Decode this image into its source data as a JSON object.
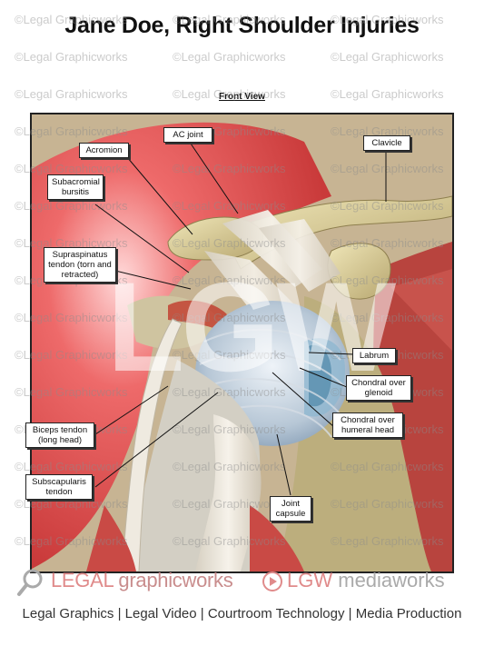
{
  "title": "Jane Doe, Right Shoulder Injuries",
  "view_label": "Front View",
  "watermark_text": "©Legal Graphicworks",
  "center_watermark": "LGW",
  "labels": {
    "ac_joint": "AC joint",
    "acromion": "Acromion",
    "clavicle": "Clavicle",
    "subacromial_bursitis": "Subacromial bursitis",
    "supraspinatus": "Supraspinatus tendon (torn and retracted)",
    "labrum": "Labrum",
    "chondral_glenoid": "Chondral over glenoid",
    "chondral_humeral": "Chondral over humeral head",
    "biceps_tendon": "Biceps tendon (long head)",
    "subscapularis": "Subscapularis tendon",
    "joint_capsule": "Joint capsule"
  },
  "footer": {
    "logo_left_a": "LEGAL",
    "logo_left_b": " graphicworks",
    "logo_right_a": "LGW",
    "logo_right_b": " mediaworks",
    "tagline": "Legal Graphics | Legal Video | Courtroom Technology | Media Production"
  },
  "colors": {
    "muscle_red": "#d94b4b",
    "bone": "#d8cc9a",
    "tendon": "#e8e2d6",
    "accent_logo": "#e08b8b"
  }
}
